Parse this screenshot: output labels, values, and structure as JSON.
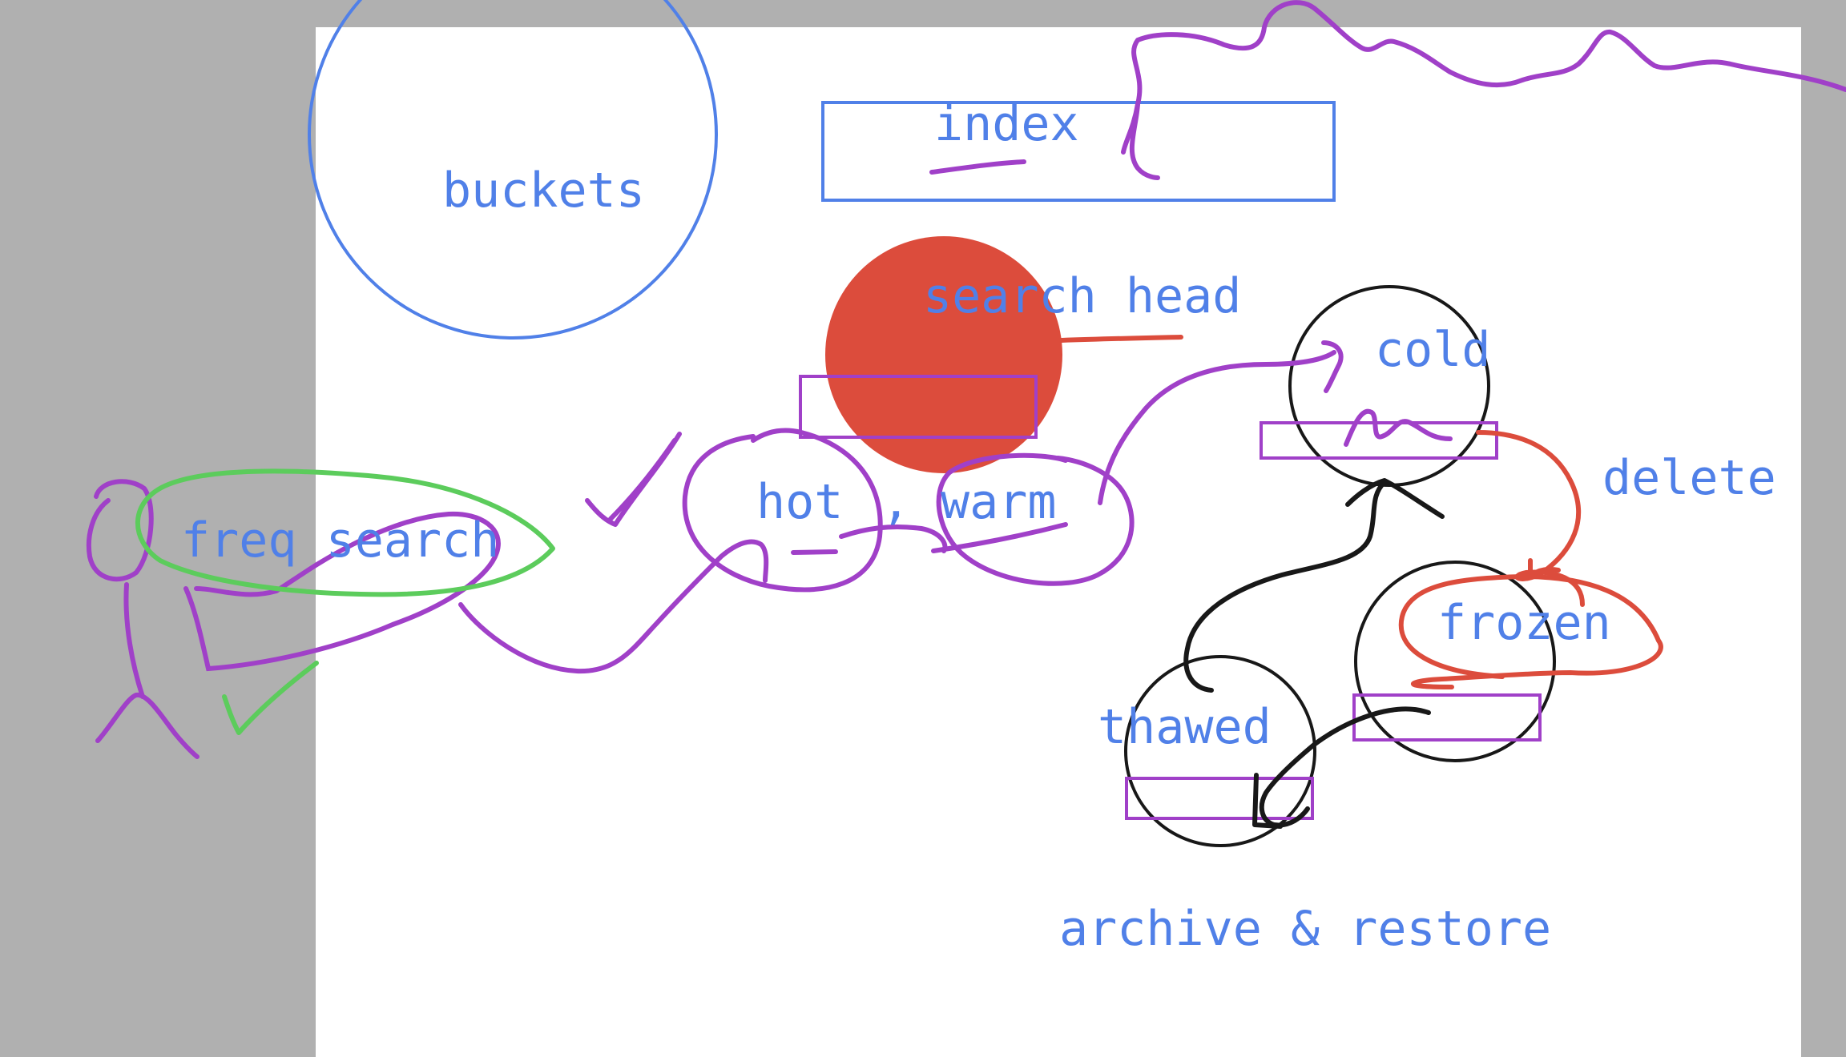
{
  "labels": {
    "buckets": "buckets",
    "index": "index",
    "search_head": "search head",
    "cold": "cold",
    "delete": "delete",
    "freq_search": "freq search",
    "hot": "hot",
    "comma": ",",
    "warm": "warm",
    "frozen": "frozen",
    "thawed": "thawed",
    "archive_restore": "archive & restore"
  },
  "colors": {
    "canvas": "#ffffff",
    "background": "#b0b0b0",
    "text_blue": "#5080e8",
    "shape_blue": "#5080e8",
    "purple": "#a040c8",
    "red": "#dc4c3c",
    "green": "#5ccc5c",
    "black": "#181818"
  }
}
